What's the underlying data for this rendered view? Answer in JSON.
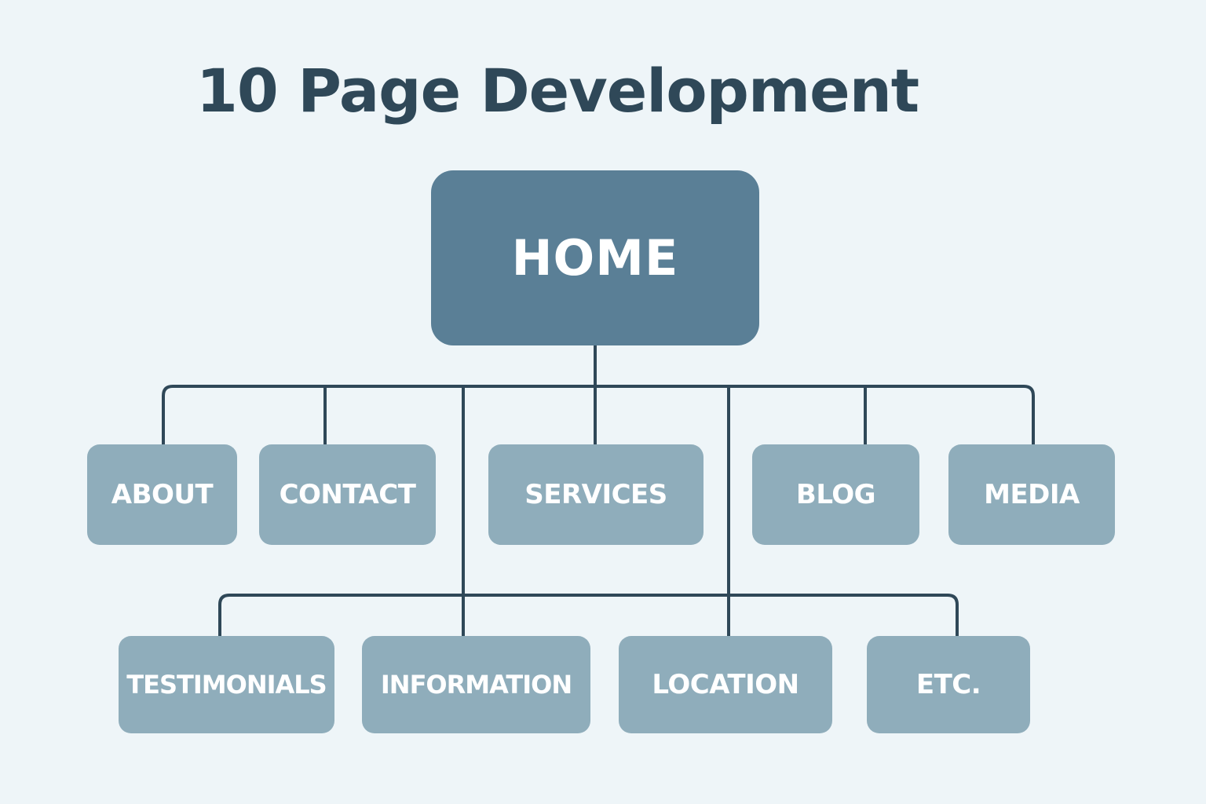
{
  "title": "10 Page Development",
  "colors": {
    "background": "#eef5f8",
    "title_text": "#2f4858",
    "root_node": "#5a7f96",
    "child_node": "#8fadbb",
    "connector": "#2f4858",
    "node_text": "#ffffff"
  },
  "tree": {
    "root": "HOME",
    "row1": [
      "ABOUT",
      "CONTACT",
      "SERVICES",
      "BLOG",
      "MEDIA"
    ],
    "row2": [
      "TESTIMONIALS",
      "INFORMATION",
      "LOCATION",
      "ETC."
    ]
  }
}
